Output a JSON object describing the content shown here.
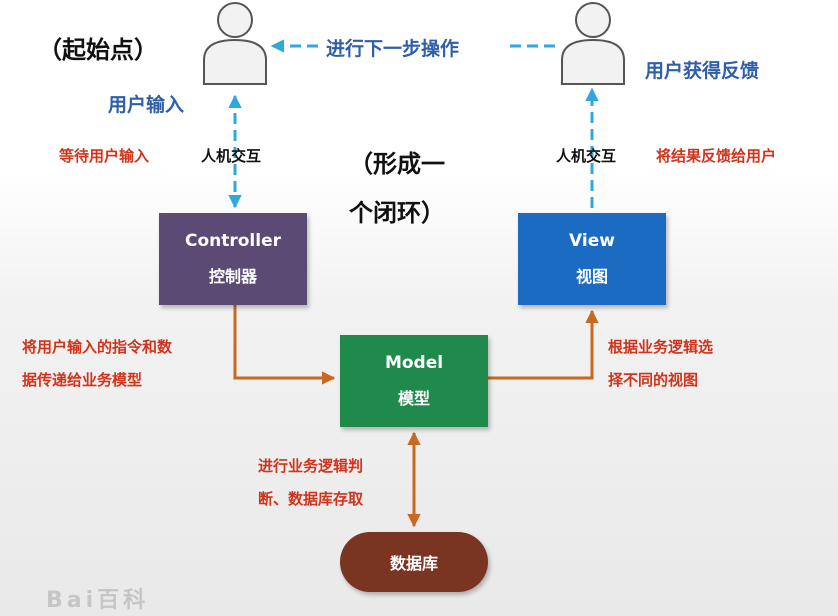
{
  "labels": {
    "start": "（起始点）",
    "loop_line1": "（形成一",
    "loop_line2": "个闭环）",
    "next_step": "进行下一步操作",
    "user_input": "用户输入",
    "user_feedback": "用户获得反馈",
    "wait_input": "等待用户输入",
    "hci_left": "人机交互",
    "hci_right": "人机交互",
    "feedback_to_user": "将结果反馈给用户",
    "ctrl_to_model_l1": "将用户输入的指令和数",
    "ctrl_to_model_l2": "据传递给业务模型",
    "model_to_view_l1": "根据业务逻辑选",
    "model_to_view_l2": "择不同的视图",
    "model_db_l1": "进行业务逻辑判",
    "model_db_l2": "断、数据库存取"
  },
  "boxes": {
    "controller": {
      "title": "Controller",
      "subtitle": "控制器",
      "color": "#5a4a74"
    },
    "view": {
      "title": "View",
      "subtitle": "视图",
      "color": "#1b6bc2"
    },
    "model": {
      "title": "Model",
      "subtitle": "模型",
      "color": "#1f8a4c"
    },
    "database": {
      "title": "数据库",
      "color": "#7a3422"
    }
  },
  "icons": {
    "user_left": "user-icon",
    "user_right": "user-icon"
  },
  "colors": {
    "dashed_arrow": "#2fa8e0",
    "solid_arrow": "#c8691f",
    "blue_text": "#2e5fa8",
    "red_text": "#d0341c"
  },
  "watermark": "Bai百科"
}
